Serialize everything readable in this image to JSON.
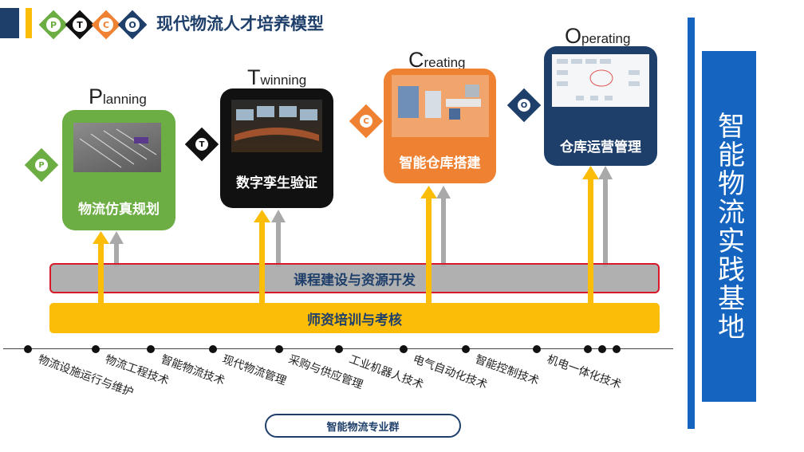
{
  "header": {
    "logo_letters": [
      "P",
      "T",
      "C",
      "O"
    ],
    "title": "现代物流人才培养模型"
  },
  "stages": [
    {
      "initial": "P",
      "rest": "lanning",
      "label": "物流仿真规划",
      "color": "#6cae43"
    },
    {
      "initial": "T",
      "rest": "winning",
      "label": "数字孪生验证",
      "color": "#111111"
    },
    {
      "initial": "C",
      "rest": "reating",
      "label": "智能仓库搭建",
      "color": "#ef8232"
    },
    {
      "initial": "O",
      "rest": "perating",
      "label": "仓库运营管理",
      "color": "#1f3f6b"
    }
  ],
  "bars": {
    "course": "课程建设与资源开发",
    "training": "师资培训与考核"
  },
  "majors": [
    "物流设施运行与维护",
    "物流工程技术",
    "智能物流技术",
    "现代物流管理",
    "采购与供应管理",
    "工业机器人技术",
    "电气自动化技术",
    "智能控制技术",
    "机电一体化技术"
  ],
  "group_label": "智能物流专业群",
  "side_label": "智能物流实践基地",
  "colors": {
    "yellow": "#fbbd08",
    "gray": "#a9a9a9",
    "blue": "#1565c0",
    "navy": "#1f3f6b"
  }
}
